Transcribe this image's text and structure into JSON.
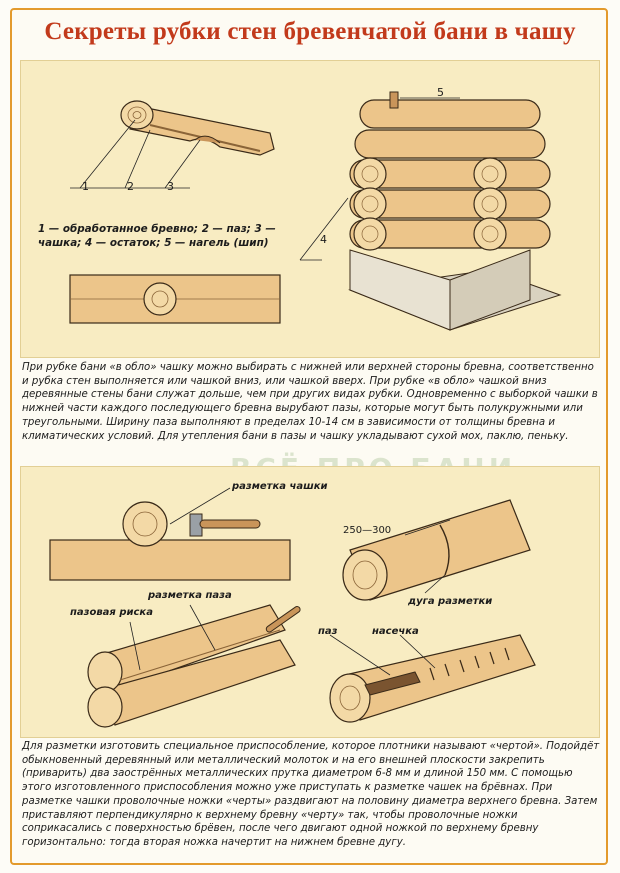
{
  "title": "Секреты рубки стен бревенчатой бани в чашу",
  "legend": "1 — обработанное бревно; 2 — паз; 3 — чашка; 4 — остаток; 5 — нагель (шип)",
  "numbers": {
    "n1": "1",
    "n2": "2",
    "n3": "3",
    "n4": "4",
    "n5": "5"
  },
  "paragraph1": "При рубке бани «в обло» чашку можно выбирать с нижней или верхней стороны бревна, соответственно и рубка стен выполняется или чашкой вниз, или чашкой вверх. При рубке «в обло» чашкой вниз деревянные стены бани служат дольше, чем при других видах рубки. Одновременно с выборкой чашки в нижней части каждого последующего бревна вырубают пазы, которые могут быть полукружными или треугольными. Ширину паза выполняют в пределах 10-14 см в зависимости от толщины бревна и климатических условий. Для утепления бани в пазы и чашку укладывают сухой мох, паклю, пеньку.",
  "labels": {
    "cup_marking": "разметка чашки",
    "range": "250—300",
    "arc_marking": "дуга разметки",
    "groove_marking": "разметка паза",
    "groove_line": "пазовая риска",
    "groove": "паз",
    "notch": "насечка"
  },
  "watermark": "ВСЁ ПРО БАНИ",
  "paragraph2": "Для разметки изготовить специальное приспособление, которое плотники называют «чертой». Подойдёт обыкновенный деревянный или металлический молоток и на его внешней плоскости закрепить (приварить) два заострённых металлических прутка диаметром 6-8 мм и длиной 150 мм. С помощью этого изготовленного приспособления можно уже приступать к разметке чашек на брёвнах. При разметке чашки проволочные ножки «черты» раздвигают на половину диаметра верхнего бревна. Затем приставляют перпендикулярно к верхнему бревну «черту» так, чтобы проволочные ножки соприкасались с поверхностью брёвен, после чего двигают одной ножкой по верхнему бревну горизонтально: тогда вторая ножка начертит на нижнем бревне дугу.",
  "colors": {
    "title": "#c23a1b",
    "border": "#e39a2c",
    "panel": "#f8ecc2",
    "log": "#ecc58a",
    "log_dark": "#c9955a"
  }
}
